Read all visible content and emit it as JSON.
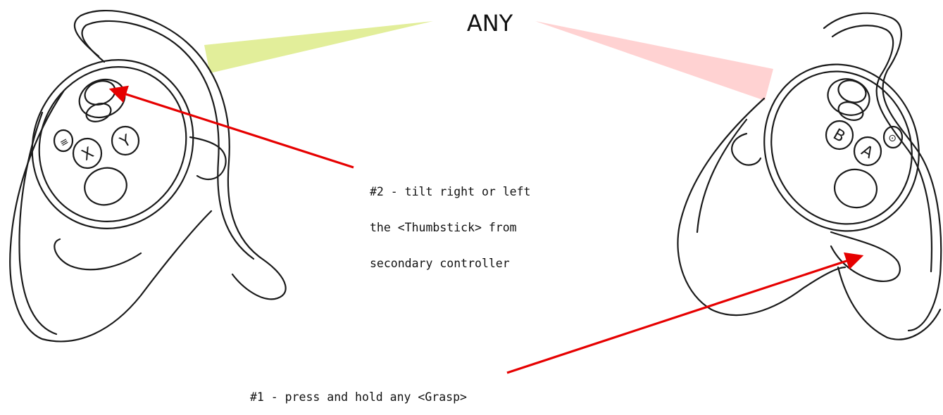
{
  "title": "ANY",
  "annotations": {
    "thumbstick_step": {
      "lines": [
        "#2 - tilt right or left",
        "the <Thumbstick> from",
        "secondary controller"
      ]
    },
    "grasp_step": {
      "lines": [
        "#1 - press and hold any <Grasp>"
      ]
    }
  },
  "controllers": {
    "left": {
      "buttons": [
        "Y",
        "X",
        "≡"
      ]
    },
    "right": {
      "buttons": [
        "B",
        "A",
        "⊙"
      ]
    }
  },
  "colors": {
    "arrow": "#e60000",
    "left_wedge": "#e2ee9a",
    "right_wedge": "#ffd2d2",
    "outline": "#1a1a1a"
  }
}
